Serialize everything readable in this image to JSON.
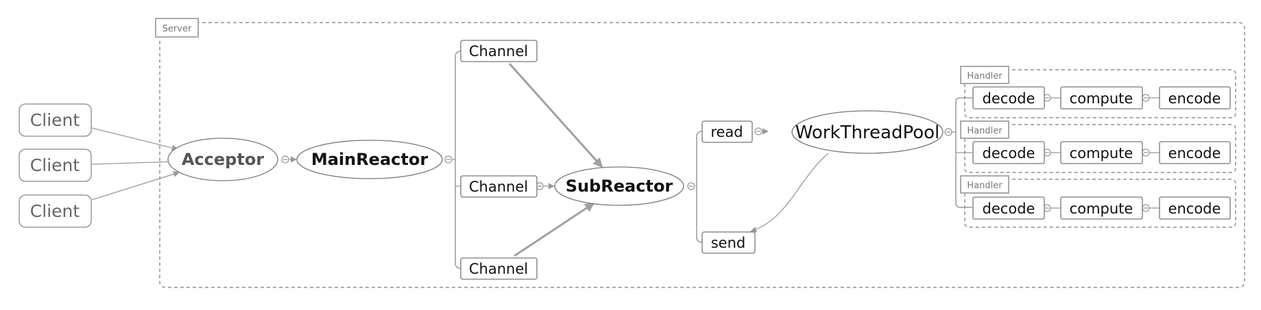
{
  "server": {
    "label": "Server"
  },
  "clients": [
    {
      "label": "Client"
    },
    {
      "label": "Client"
    },
    {
      "label": "Client"
    }
  ],
  "acceptor": {
    "label": "Acceptor"
  },
  "main_reactor": {
    "label": "MainReactor"
  },
  "channels": [
    {
      "label": "Channel"
    },
    {
      "label": "Channel"
    },
    {
      "label": "Channel"
    }
  ],
  "sub_reactor": {
    "label": "SubReactor"
  },
  "io": {
    "read_label": "read",
    "send_label": "send"
  },
  "work_thread_pool": {
    "label": "WorkThreadPool"
  },
  "handlers": [
    {
      "label": "Handler",
      "steps": [
        "decode",
        "compute",
        "encode"
      ]
    },
    {
      "label": "Handler",
      "steps": [
        "decode",
        "compute",
        "encode"
      ]
    },
    {
      "label": "Handler",
      "steps": [
        "decode",
        "compute",
        "encode"
      ]
    }
  ],
  "colors": {
    "line": "#999999",
    "border": "#777777",
    "frame": "#aaaaaa",
    "muted_text": "#666666"
  }
}
